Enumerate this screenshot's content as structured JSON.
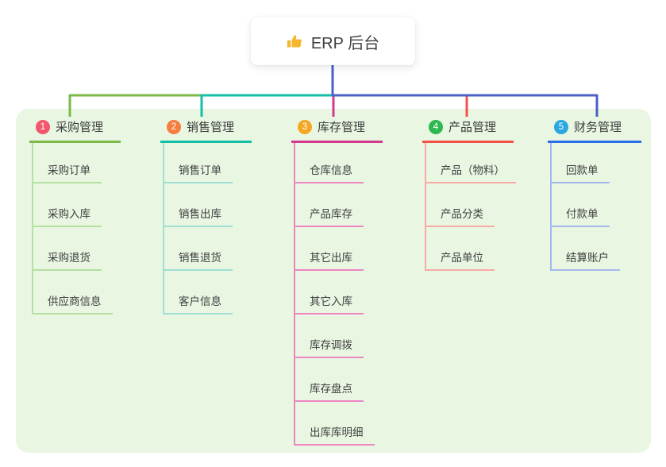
{
  "root": {
    "label": "ERP 后台",
    "icon": "thumbs-up-icon",
    "icon_color": "#f5b62c",
    "trunk_color": "#4c60c6"
  },
  "branches": [
    {
      "index": "1",
      "label": "采购管理",
      "badge_color": "#f2576d",
      "line_color": "#7cb947",
      "item_line_color": "#b6e0a0",
      "items": [
        "采购订单",
        "采购入库",
        "采购退货",
        "供应商信息"
      ]
    },
    {
      "index": "2",
      "label": "销售管理",
      "badge_color": "#f57d3d",
      "line_color": "#14bfa6",
      "item_line_color": "#9fdfd4",
      "items": [
        "销售订单",
        "销售出库",
        "销售退货",
        "客户信息"
      ]
    },
    {
      "index": "3",
      "label": "库存管理",
      "badge_color": "#f5a623",
      "line_color": "#d13a8d",
      "item_line_color": "#ee86c2",
      "items": [
        "仓库信息",
        "产品库存",
        "其它出库",
        "其它入库",
        "库存调拨",
        "库存盘点",
        "出库库明细"
      ]
    },
    {
      "index": "4",
      "label": "产品管理",
      "badge_color": "#2fb750",
      "line_color": "#f3504a",
      "item_line_color": "#f8aaa6",
      "items": [
        "产品（物料）",
        "产品分类",
        "产品单位"
      ]
    },
    {
      "index": "5",
      "label": "财务管理",
      "badge_color": "#29a7e1",
      "line_color": "#2a6de6",
      "item_line_color": "#a5b8eb",
      "items": [
        "回款单",
        "付款单",
        "结算账户"
      ]
    }
  ]
}
